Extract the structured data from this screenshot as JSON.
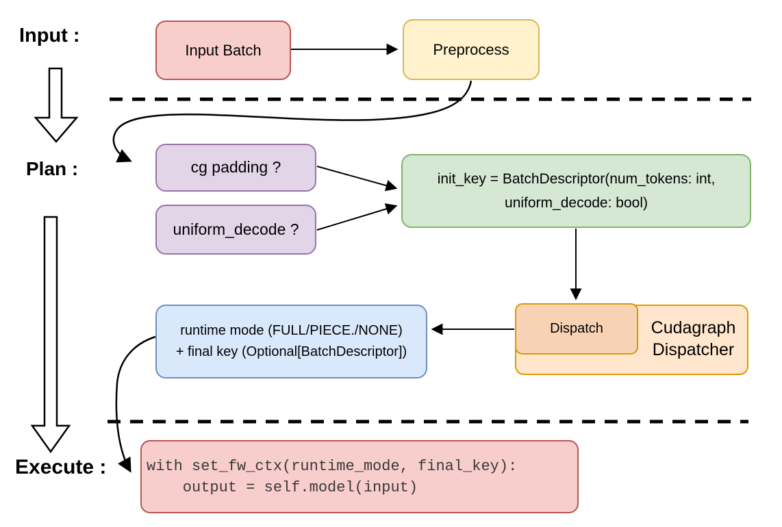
{
  "stage_labels": {
    "input": "Input :",
    "plan": "Plan :",
    "execute": "Execute :"
  },
  "nodes": {
    "input_batch": "Input Batch",
    "preprocess": "Preprocess",
    "cg_padding": "cg padding ?",
    "uniform_decode": "uniform_decode ?",
    "init_key_line1": "init_key = BatchDescriptor(num_tokens: int,",
    "init_key_line2": "uniform_decode: bool)",
    "runtime_line1": "runtime mode (FULL/PIECE./NONE)",
    "runtime_line2": "+ final key (Optional[BatchDescriptor])",
    "dispatch": "Dispatch",
    "cudagraph_line1": "Cudagraph",
    "cudagraph_line2": "Dispatcher",
    "code_line1": "with set_fw_ctx(runtime_mode, final_key):",
    "code_line2": "    output = self.model(input)"
  },
  "colors": {
    "red_fill": "#F8CECC",
    "red_stroke": "#B85450",
    "yellow_fill": "#FFF2CC",
    "yellow_stroke": "#D6B656",
    "purple_fill": "#E1D5E7",
    "purple_stroke": "#9673A6",
    "green_fill": "#D5E8D4",
    "green_stroke": "#82B366",
    "orange_fill": "#FFE6CC",
    "orange_inner_fill": "#F8D2B4",
    "orange_stroke": "#D79B00",
    "blue_fill": "#DAE8FC",
    "blue_stroke": "#6C8EBF",
    "arrow": "#000000",
    "code_text": "#393939"
  }
}
